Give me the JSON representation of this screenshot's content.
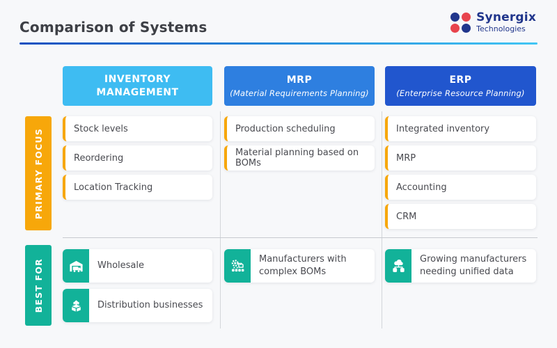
{
  "header": {
    "title": "Comparison of Systems",
    "logo": {
      "brand": "Synergix",
      "subtitle": "Technologies"
    }
  },
  "row_labels": {
    "primary_focus": "PRIMARY FOCUS",
    "best_for": "BEST FOR"
  },
  "columns": [
    {
      "title": "INVENTORY MANAGEMENT",
      "subtitle": "",
      "primary_focus": [
        "Stock levels",
        "Reordering",
        "Location Tracking"
      ],
      "best_for": [
        {
          "icon": "warehouse-truck-icon",
          "label": "Wholesale"
        },
        {
          "icon": "box-distribution-icon",
          "label": "Distribution businesses"
        }
      ]
    },
    {
      "title": "MRP",
      "subtitle": "(Material Requirements Planning)",
      "primary_focus": [
        "Production scheduling",
        "Material planning based on BOMs"
      ],
      "best_for": [
        {
          "icon": "factory-gear-icon",
          "label": "Manufacturers with complex BOMs"
        }
      ]
    },
    {
      "title": "ERP",
      "subtitle": "(Enterprise Resource Planning)",
      "primary_focus": [
        "Integrated inventory",
        "MRP",
        "Accounting",
        "CRM"
      ],
      "best_for": [
        {
          "icon": "cloud-database-icon",
          "label": "Growing manufacturers needing unified data"
        }
      ]
    }
  ],
  "colors": {
    "header_inventory": "#3EBCF2",
    "header_mrp": "#2E7FE0",
    "header_erp": "#2156CE",
    "primary_focus_row": "#F7A70A",
    "best_for_row": "#12B299",
    "divider_gradient_start": "#0D4FC0",
    "divider_gradient_end": "#41C6F4",
    "logo_navy": "#21368C",
    "logo_red": "#E8444D",
    "background": "#F7F8FA"
  }
}
